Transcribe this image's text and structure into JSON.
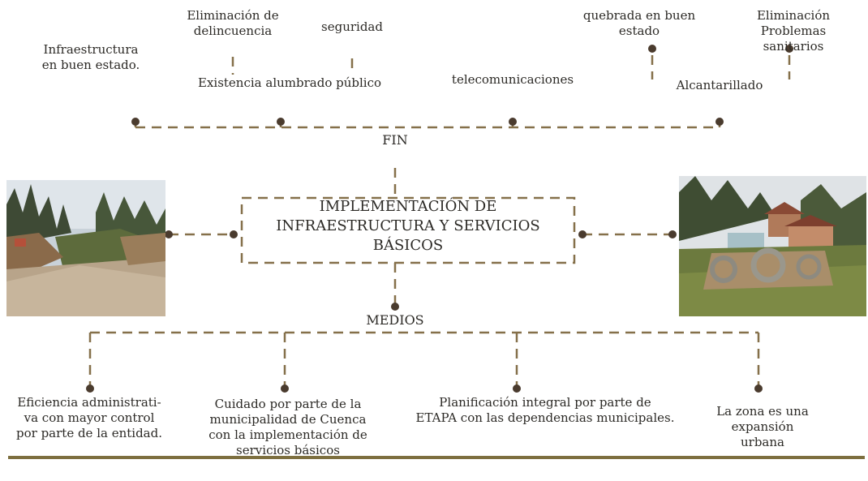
{
  "fin_label": "FIN",
  "medios_label": "MEDIOS",
  "main_title": "IMPLEMENTACIÓN DE\nINFRAESTRUCTURA Y SERVICIOS\nBÁSICOS",
  "fin_items": [
    "Infraestructura\nen buen estado.",
    "Eliminación de\ndelincuencia",
    "seguridad",
    "Existencia alumbrado público",
    "telecomunicaciones",
    "quebrada en buen\nestado",
    "Eliminación\nProblemas sanitarios",
    "Alcantarillado"
  ],
  "medios_items": [
    "Eficiencia administrati-\nva con mayor control\npor parte de la entidad.",
    "Cuidado por parte de la\nmunicipalidad de Cuenca\ncon la implementación de\nservicios básicos",
    "Planificación integral por parte de\nETAPA con las dependencias municipales.",
    "La zona es una\nexpansión urbana"
  ],
  "colors": {
    "dash": "#85704a",
    "dot": "#4a3b2e",
    "rule": "#7d6f3f",
    "text": "#2c2a26"
  }
}
